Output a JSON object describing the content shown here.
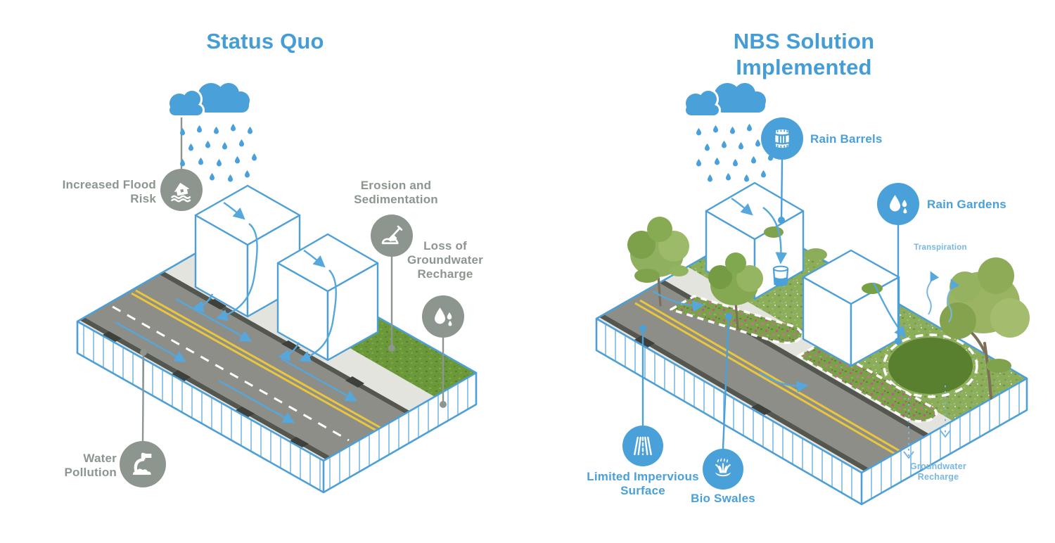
{
  "left_panel": {
    "title": "Status Quo",
    "labels": {
      "flood_risk": [
        "Increased Flood",
        "Risk"
      ],
      "erosion": [
        "Erosion and",
        "Sedimentation"
      ],
      "groundwater_loss": [
        "Loss of",
        "Groundwater",
        "Recharge"
      ],
      "water_pollution": [
        "Water",
        "Pollution"
      ]
    }
  },
  "right_panel": {
    "title": [
      "NBS Solution",
      "Implemented"
    ],
    "labels": {
      "rain_barrels": "Rain Barrels",
      "rain_gardens": "Rain Gardens",
      "transpiration": "Transpiration",
      "limited_impervious": [
        "Limited Impervious",
        "Surface"
      ],
      "bio_swales": "Bio Swales",
      "groundwater_recharge": [
        "Groundwater",
        "Recharge"
      ]
    }
  },
  "icons": {
    "weather": "rain-cloud-icon",
    "flood_risk": "flooded-house-icon",
    "erosion": "shovel-mound-icon",
    "groundwater_loss": "water-drops-icon",
    "water_pollution": "discharge-pipe-icon",
    "rain_barrels": "barrel-icon",
    "rain_gardens": "water-drops-icon",
    "limited_impervious": "road-lanes-icon",
    "bio_swales": "grass-tuft-icon"
  },
  "colors": {
    "accent_blue": "#4AA0D8",
    "title_blue": "#459DD6",
    "light_blue": "#79B7E2",
    "label_gray": "#8C968F",
    "asphalt_gray": "#8D8E88",
    "curb_gray": "#54574F",
    "sidewalk_gray": "#E4E4DE",
    "grass_green": "#6B9839",
    "meadow_green": "#8CAD5A",
    "lane_yellow": "#EAC63F",
    "flower_magenta": "#C2548F"
  }
}
